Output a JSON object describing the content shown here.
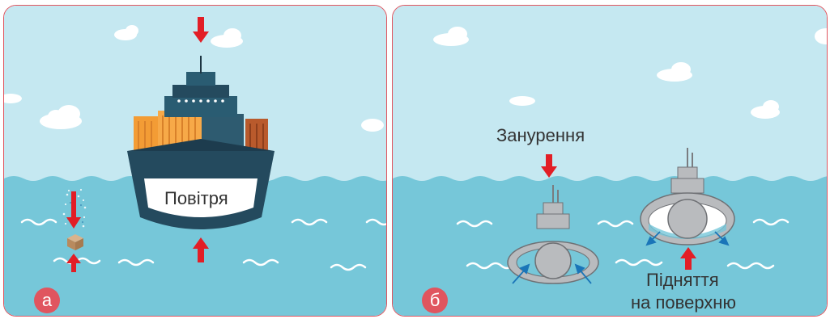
{
  "panel_a": {
    "badge": "а",
    "hull_label": "Повітря"
  },
  "panel_b": {
    "badge": "б",
    "dive_label": "Занурення",
    "surface_label_line1": "Підняття",
    "surface_label_line2": "на поверхню"
  },
  "colors": {
    "sky": "#c5e8f1",
    "water": "#76c7d9",
    "water_deep": "#5fbbd0",
    "border": "#e0555f",
    "arrow_red": "#e21e26",
    "arrow_blue": "#1a75b8",
    "hull": "#244a5e",
    "submarine": "#b9bbbe",
    "container_orange": "#f39c35",
    "container_rust": "#b95a2c"
  }
}
